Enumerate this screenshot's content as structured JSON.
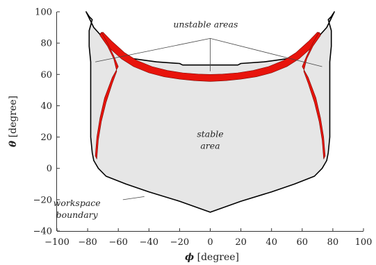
{
  "chart_data": {
    "type": "area",
    "title": "",
    "x_axis": {
      "label_symbol": "ϕ",
      "label_unit": " [degree]",
      "range": [
        -100,
        100
      ],
      "ticks": [
        -100,
        -80,
        -60,
        -40,
        -20,
        0,
        20,
        40,
        60,
        80,
        100
      ]
    },
    "y_axis": {
      "label_symbol": "θ",
      "label_unit": " [degree]",
      "range": [
        -40,
        100
      ],
      "ticks": [
        -40,
        -20,
        0,
        20,
        40,
        60,
        80,
        100
      ]
    },
    "grid": false,
    "colors": {
      "stable_fill": "#e6e6e6",
      "boundary": "#000000",
      "unstable": "#e8140c",
      "unstable_dark": "#7a0a05",
      "pointer": "#444444"
    },
    "workspace_boundary": [
      [
        -81,
        100
      ],
      [
        -79,
        97
      ],
      [
        -77,
        95
      ],
      [
        -79,
        88
      ],
      [
        -79,
        78
      ],
      [
        -78,
        68
      ],
      [
        -78,
        40
      ],
      [
        -78,
        20
      ],
      [
        -77,
        10
      ],
      [
        -76,
        5
      ],
      [
        -73,
        0
      ],
      [
        -68,
        -5
      ],
      [
        -55,
        -10
      ],
      [
        -40,
        -15
      ],
      [
        -20,
        -21
      ],
      [
        0,
        -28
      ],
      [
        20,
        -21
      ],
      [
        40,
        -15
      ],
      [
        55,
        -10
      ],
      [
        68,
        -5
      ],
      [
        73,
        0
      ],
      [
        76,
        5
      ],
      [
        77,
        10
      ],
      [
        78,
        20
      ],
      [
        78,
        40
      ],
      [
        78,
        68
      ],
      [
        79,
        78
      ],
      [
        79,
        88
      ],
      [
        77,
        95
      ],
      [
        79,
        97
      ],
      [
        81,
        100
      ],
      [
        76,
        90
      ],
      [
        65,
        78
      ],
      [
        50,
        70
      ],
      [
        35,
        68
      ],
      [
        20,
        67
      ],
      [
        18,
        66
      ],
      [
        -18,
        66
      ],
      [
        -20,
        67
      ],
      [
        -35,
        68
      ],
      [
        -50,
        70
      ],
      [
        -65,
        78
      ],
      [
        -76,
        90
      ]
    ],
    "unstable_regions": [
      {
        "name": "upper-arc",
        "polygon": [
          [
            -72,
            86
          ],
          [
            -66,
            77
          ],
          [
            -58,
            70
          ],
          [
            -50,
            65
          ],
          [
            -40,
            61
          ],
          [
            -30,
            58.5
          ],
          [
            -20,
            57
          ],
          [
            -10,
            56
          ],
          [
            0,
            55.5
          ],
          [
            10,
            56
          ],
          [
            20,
            57
          ],
          [
            30,
            58.5
          ],
          [
            40,
            61
          ],
          [
            50,
            65
          ],
          [
            58,
            70
          ],
          [
            66,
            77
          ],
          [
            72,
            86
          ],
          [
            70,
            87
          ],
          [
            64,
            81
          ],
          [
            56,
            74
          ],
          [
            48,
            69
          ],
          [
            38,
            65
          ],
          [
            28,
            62.5
          ],
          [
            18,
            61
          ],
          [
            8,
            60.2
          ],
          [
            0,
            60
          ],
          [
            -8,
            60.2
          ],
          [
            -18,
            61
          ],
          [
            -28,
            62.5
          ],
          [
            -38,
            65
          ],
          [
            -48,
            69
          ],
          [
            -56,
            74
          ],
          [
            -64,
            81
          ],
          [
            -70,
            87
          ]
        ]
      },
      {
        "name": "left-branch",
        "polygon": [
          [
            -71,
            87
          ],
          [
            -67,
            80
          ],
          [
            -63,
            72
          ],
          [
            -60,
            65
          ],
          [
            -64,
            58
          ],
          [
            -69,
            45
          ],
          [
            -72,
            32
          ],
          [
            -74,
            20
          ],
          [
            -75,
            8
          ],
          [
            -74,
            6
          ],
          [
            -73,
            18
          ],
          [
            -71,
            30
          ],
          [
            -68,
            42
          ],
          [
            -64,
            54
          ],
          [
            -61,
            62
          ],
          [
            -63,
            70
          ],
          [
            -67,
            78
          ],
          [
            -72,
            85
          ]
        ]
      },
      {
        "name": "right-branch",
        "polygon": [
          [
            71,
            87
          ],
          [
            67,
            80
          ],
          [
            63,
            72
          ],
          [
            60,
            65
          ],
          [
            64,
            58
          ],
          [
            69,
            45
          ],
          [
            72,
            32
          ],
          [
            74,
            20
          ],
          [
            75,
            8
          ],
          [
            74,
            6
          ],
          [
            73,
            18
          ],
          [
            71,
            30
          ],
          [
            68,
            42
          ],
          [
            64,
            54
          ],
          [
            61,
            62
          ],
          [
            63,
            70
          ],
          [
            67,
            78
          ],
          [
            72,
            85
          ]
        ]
      }
    ],
    "annotations": [
      {
        "lines": [
          "unstable areas"
        ],
        "at": [
          -3,
          90
        ],
        "pointers_from": [
          0,
          83
        ],
        "pointers_to": [
          [
            -75,
            68
          ],
          [
            0,
            62
          ],
          [
            73,
            65
          ]
        ]
      },
      {
        "lines": [
          "stable",
          "area"
        ],
        "at": [
          0,
          20
        ]
      },
      {
        "lines": [
          "workspace",
          "boundary"
        ],
        "at": [
          -87,
          -24
        ],
        "pointers_from": [
          -57,
          -20
        ],
        "pointers_to": [
          [
            -43,
            -18
          ]
        ]
      }
    ]
  }
}
